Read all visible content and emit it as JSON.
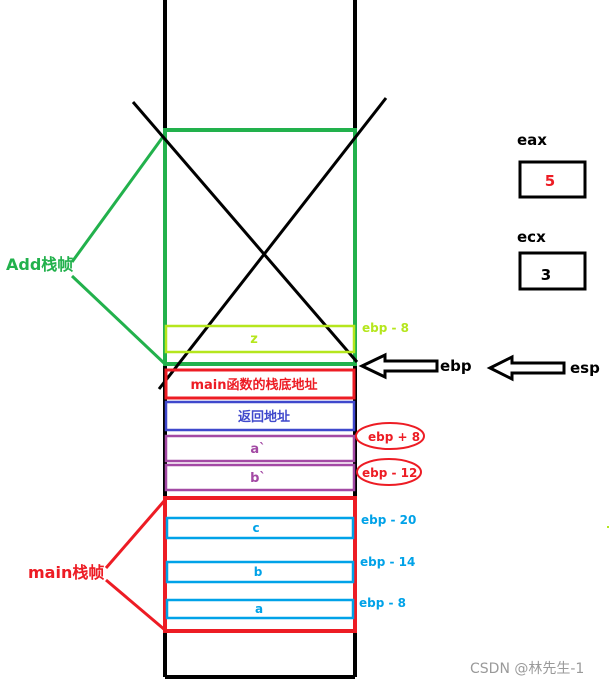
{
  "colors": {
    "black": "#000000",
    "green": "#22b14c",
    "red": "#ed1c24",
    "blue": "#3f48cc",
    "purple": "#a349a4",
    "lime": "#b5e61d",
    "cyan": "#00a2e8"
  },
  "add_frame": {
    "label": "Add栈帧",
    "z_label": "z",
    "z_offset": "ebp - 8"
  },
  "main_frame": {
    "label": "main栈帧",
    "base_label": "main函数的栈底地址",
    "return_label": "返回地址",
    "a_param": "a`",
    "a_param_offset": "ebp + 8",
    "b_param": "b`",
    "b_param_offset": "ebp - 12",
    "c_label": "c",
    "c_offset": "ebp - 20",
    "b_label": "b",
    "b_offset": "ebp - 14",
    "a_label": "a",
    "a_offset": "ebp - 8"
  },
  "pointers": {
    "ebp": "ebp",
    "esp": "esp"
  },
  "registers": {
    "eax_name": "eax",
    "eax_value": "5",
    "ecx_name": "ecx",
    "ecx_value": "3"
  },
  "watermark": "CSDN @林先生-1"
}
